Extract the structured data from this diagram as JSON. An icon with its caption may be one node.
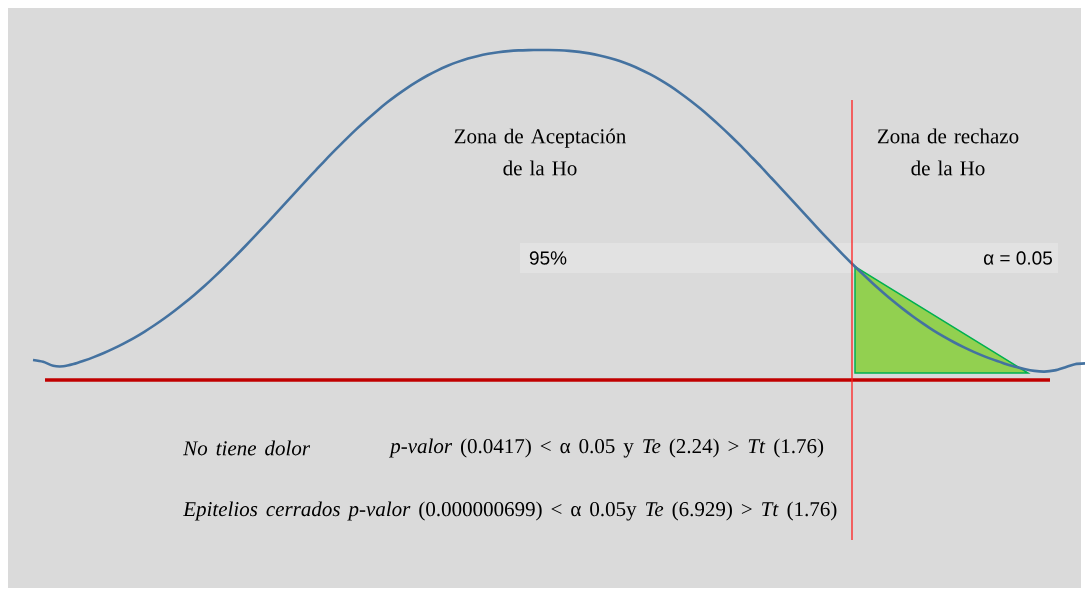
{
  "diagram": {
    "labels": [
      "Zona de Aceptación de la Ho",
      "Zona de rechazo de la Ho",
      "95%",
      "α = 0.05",
      "*No tiene dolor*",
      "*p-valor* (0.0417) < α 0.05 y *Te* (2.24) > *Tt* (1.76)",
      "*Epitelios cerrados p-valor* (0.000000699) < α 0.05y *Te* (6.929) > *Tt* (1.76)"
    ]
  }
}
